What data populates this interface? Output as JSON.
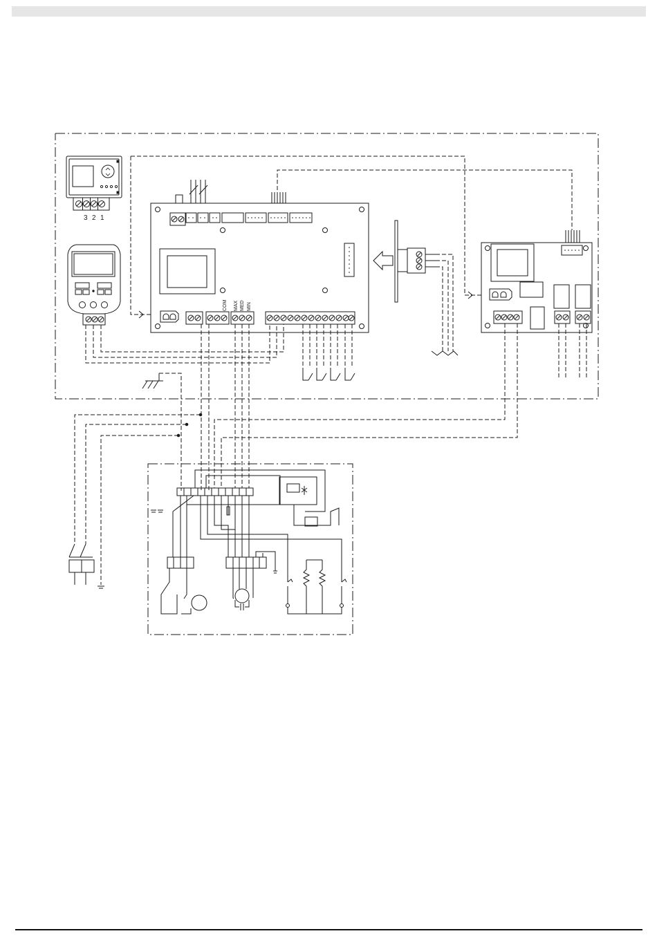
{
  "header": {
    "band_color": "#e6e6e6"
  },
  "colors": {
    "ink": "#1a1a1a",
    "paper": "#ffffff"
  },
  "labels": {
    "thermostat_terminals": [
      "3",
      "2",
      "1"
    ],
    "fan_speed": {
      "com": "COM",
      "max": "MAX",
      "med": "MED",
      "min": "MIN"
    }
  }
}
